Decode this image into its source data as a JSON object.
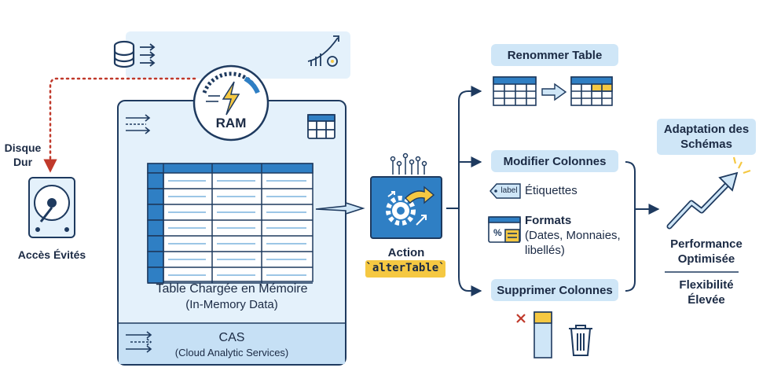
{
  "memory": {
    "ram_label": "RAM",
    "table_title": "Table Chargée en Mémoire",
    "table_subtitle": "(In-Memory Data)",
    "cas_title": "CAS",
    "cas_subtitle": "(Cloud Analytic Services)"
  },
  "disk": {
    "title_line1": "Disque",
    "title_line2": "Dur",
    "caption": "Accès Évités"
  },
  "action": {
    "title": "Action",
    "code": "`alterTable`"
  },
  "operations": {
    "rename": "Renommer Table",
    "modify": "Modifier Colonnes",
    "delete": "Supprimer Colonnes",
    "tag_text": "label",
    "labels": "Étiquettes",
    "formats_title": "Formats",
    "formats_line1": "(Dates, Monnaies,",
    "formats_line2": "libellés)"
  },
  "results": {
    "adaptation_line1": "Adaptation des",
    "adaptation_line2": "Schémas",
    "performance_line1": "Performance",
    "performance_line2": "Optimisée",
    "flex_line1": "Flexibilité",
    "flex_line2": "Élevée"
  },
  "colors": {
    "panel_fill": "#e4f1fb",
    "panel_border": "#1e3a5f",
    "accent_blue": "#2f7fc4",
    "highlight_yellow": "#f5c842",
    "arrow_red": "#c0392b"
  }
}
